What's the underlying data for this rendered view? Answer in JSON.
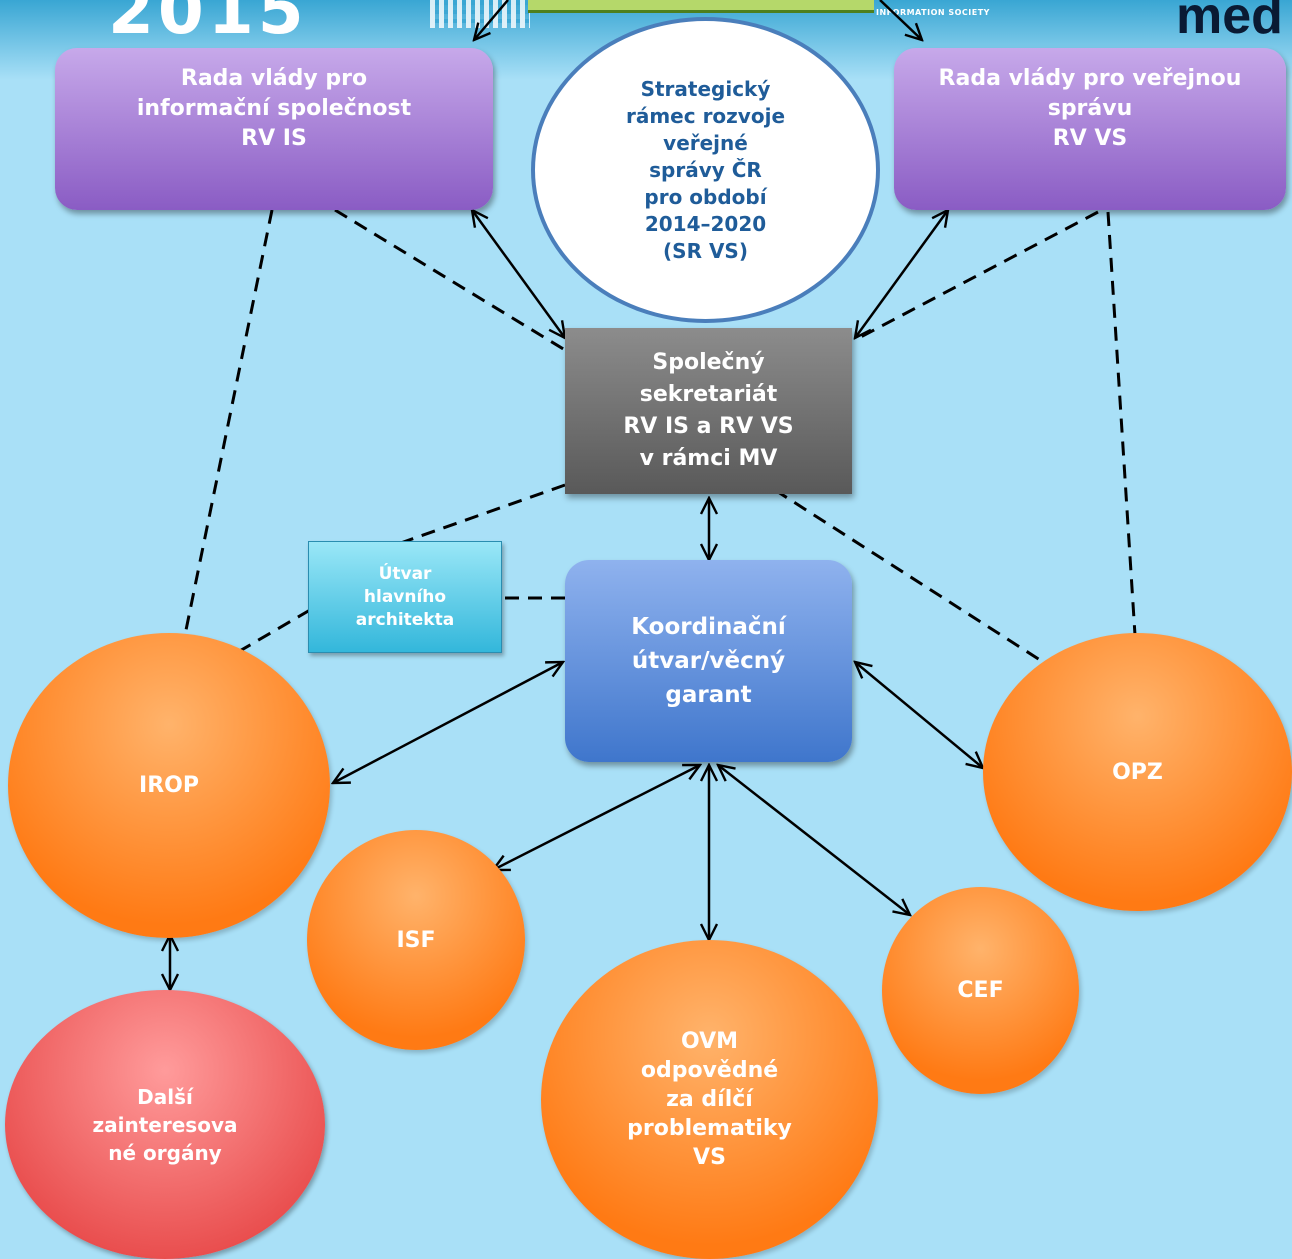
{
  "header": {
    "year": "2015",
    "title_fragment": "med",
    "logo_text": "INFORMATION SOCIETY"
  },
  "nodes": {
    "rv_is": "Rada vlády pro\ninformační společnost\nRV IS",
    "sr_vs": "Strategický\nrámec rozvoje\nveřejné\nsprávy  ČR\npro období\n2014–2020\n(SR VS)",
    "rv_vs": "Rada vlády pro veřejnou\nsprávu\nRV VS",
    "secretariat": "Společný\nsekretariát\nRV IS a RV VS\nv rámci MV",
    "architect": "Útvar\nhlavního\narchitekta",
    "coordination": "Koordinační\nútvar/věcný\ngarant",
    "irop": "IROP",
    "opz": "OPZ",
    "isf": "ISF",
    "cef": "CEF",
    "ovm": "OVM\nodpovědné\nza dílčí\nproblematiky\nVS",
    "other": "Další\nzainteresova\nné orgány"
  },
  "colors": {
    "background": "#a9e0f7",
    "purple": "#8a5cc4",
    "gray": "#595959",
    "blue": "#3f76cc",
    "orange": "#ff7a14",
    "red": "#e84a4a",
    "circle_text": "#1f5c99"
  }
}
